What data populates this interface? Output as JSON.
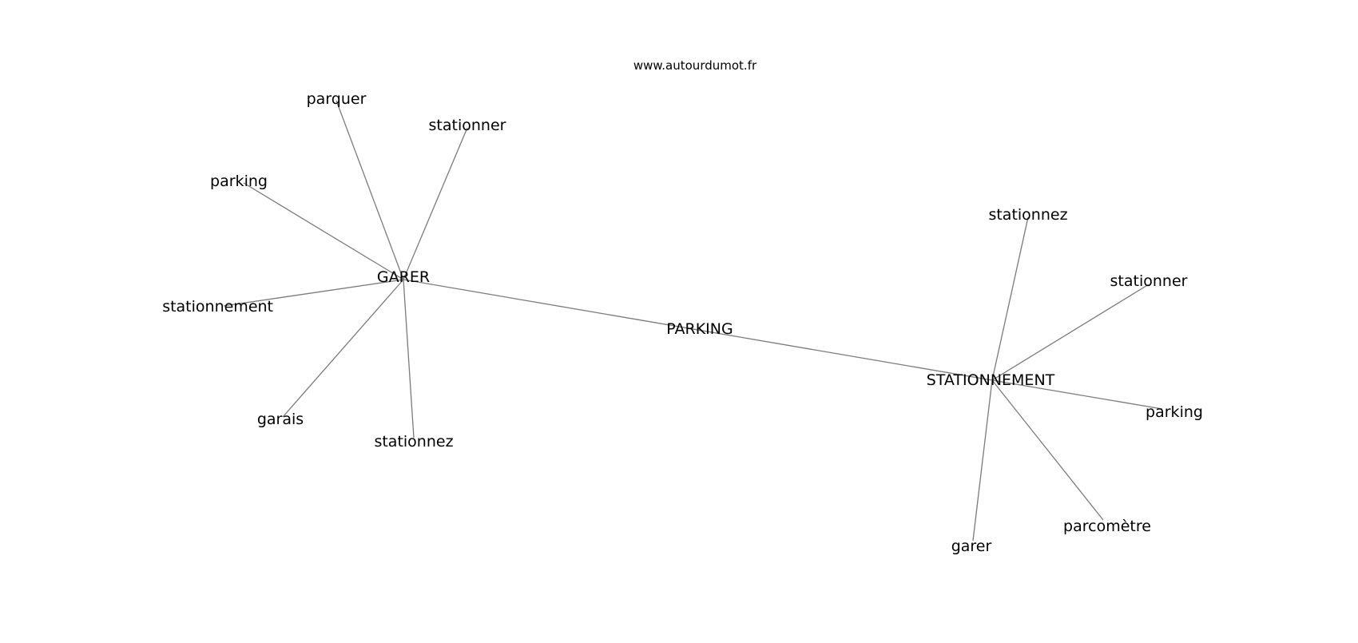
{
  "watermark": "www.autourdumot.fr",
  "colors": {
    "edge": "#7a7a7a",
    "text": "#000000",
    "background": "#ffffff"
  },
  "nodes": [
    {
      "id": "parking_center",
      "label": "PARKING"
    },
    {
      "id": "garer_hub",
      "label": "GARER"
    },
    {
      "id": "stationnement_hub",
      "label": "STATIONNEMENT"
    },
    {
      "id": "g_parquer",
      "label": "parquer"
    },
    {
      "id": "g_stationner",
      "label": "stationner"
    },
    {
      "id": "g_parking",
      "label": "parking"
    },
    {
      "id": "g_stationnement",
      "label": "stationnement"
    },
    {
      "id": "g_garais",
      "label": "garais"
    },
    {
      "id": "g_stationnez",
      "label": "stationnez"
    },
    {
      "id": "s_stationnez",
      "label": "stationnez"
    },
    {
      "id": "s_stationner",
      "label": "stationner"
    },
    {
      "id": "s_parking",
      "label": "parking"
    },
    {
      "id": "s_parcometre",
      "label": "parcomètre"
    },
    {
      "id": "s_garer",
      "label": "garer"
    }
  ],
  "edges": [
    [
      "garer_hub",
      "stationnement_hub"
    ],
    [
      "garer_hub",
      "g_parquer"
    ],
    [
      "garer_hub",
      "g_stationner"
    ],
    [
      "garer_hub",
      "g_parking"
    ],
    [
      "garer_hub",
      "g_stationnement"
    ],
    [
      "garer_hub",
      "g_garais"
    ],
    [
      "garer_hub",
      "g_stationnez"
    ],
    [
      "stationnement_hub",
      "s_stationnez"
    ],
    [
      "stationnement_hub",
      "s_stationner"
    ],
    [
      "stationnement_hub",
      "s_parking"
    ],
    [
      "stationnement_hub",
      "s_parcometre"
    ],
    [
      "stationnement_hub",
      "s_garer"
    ]
  ]
}
